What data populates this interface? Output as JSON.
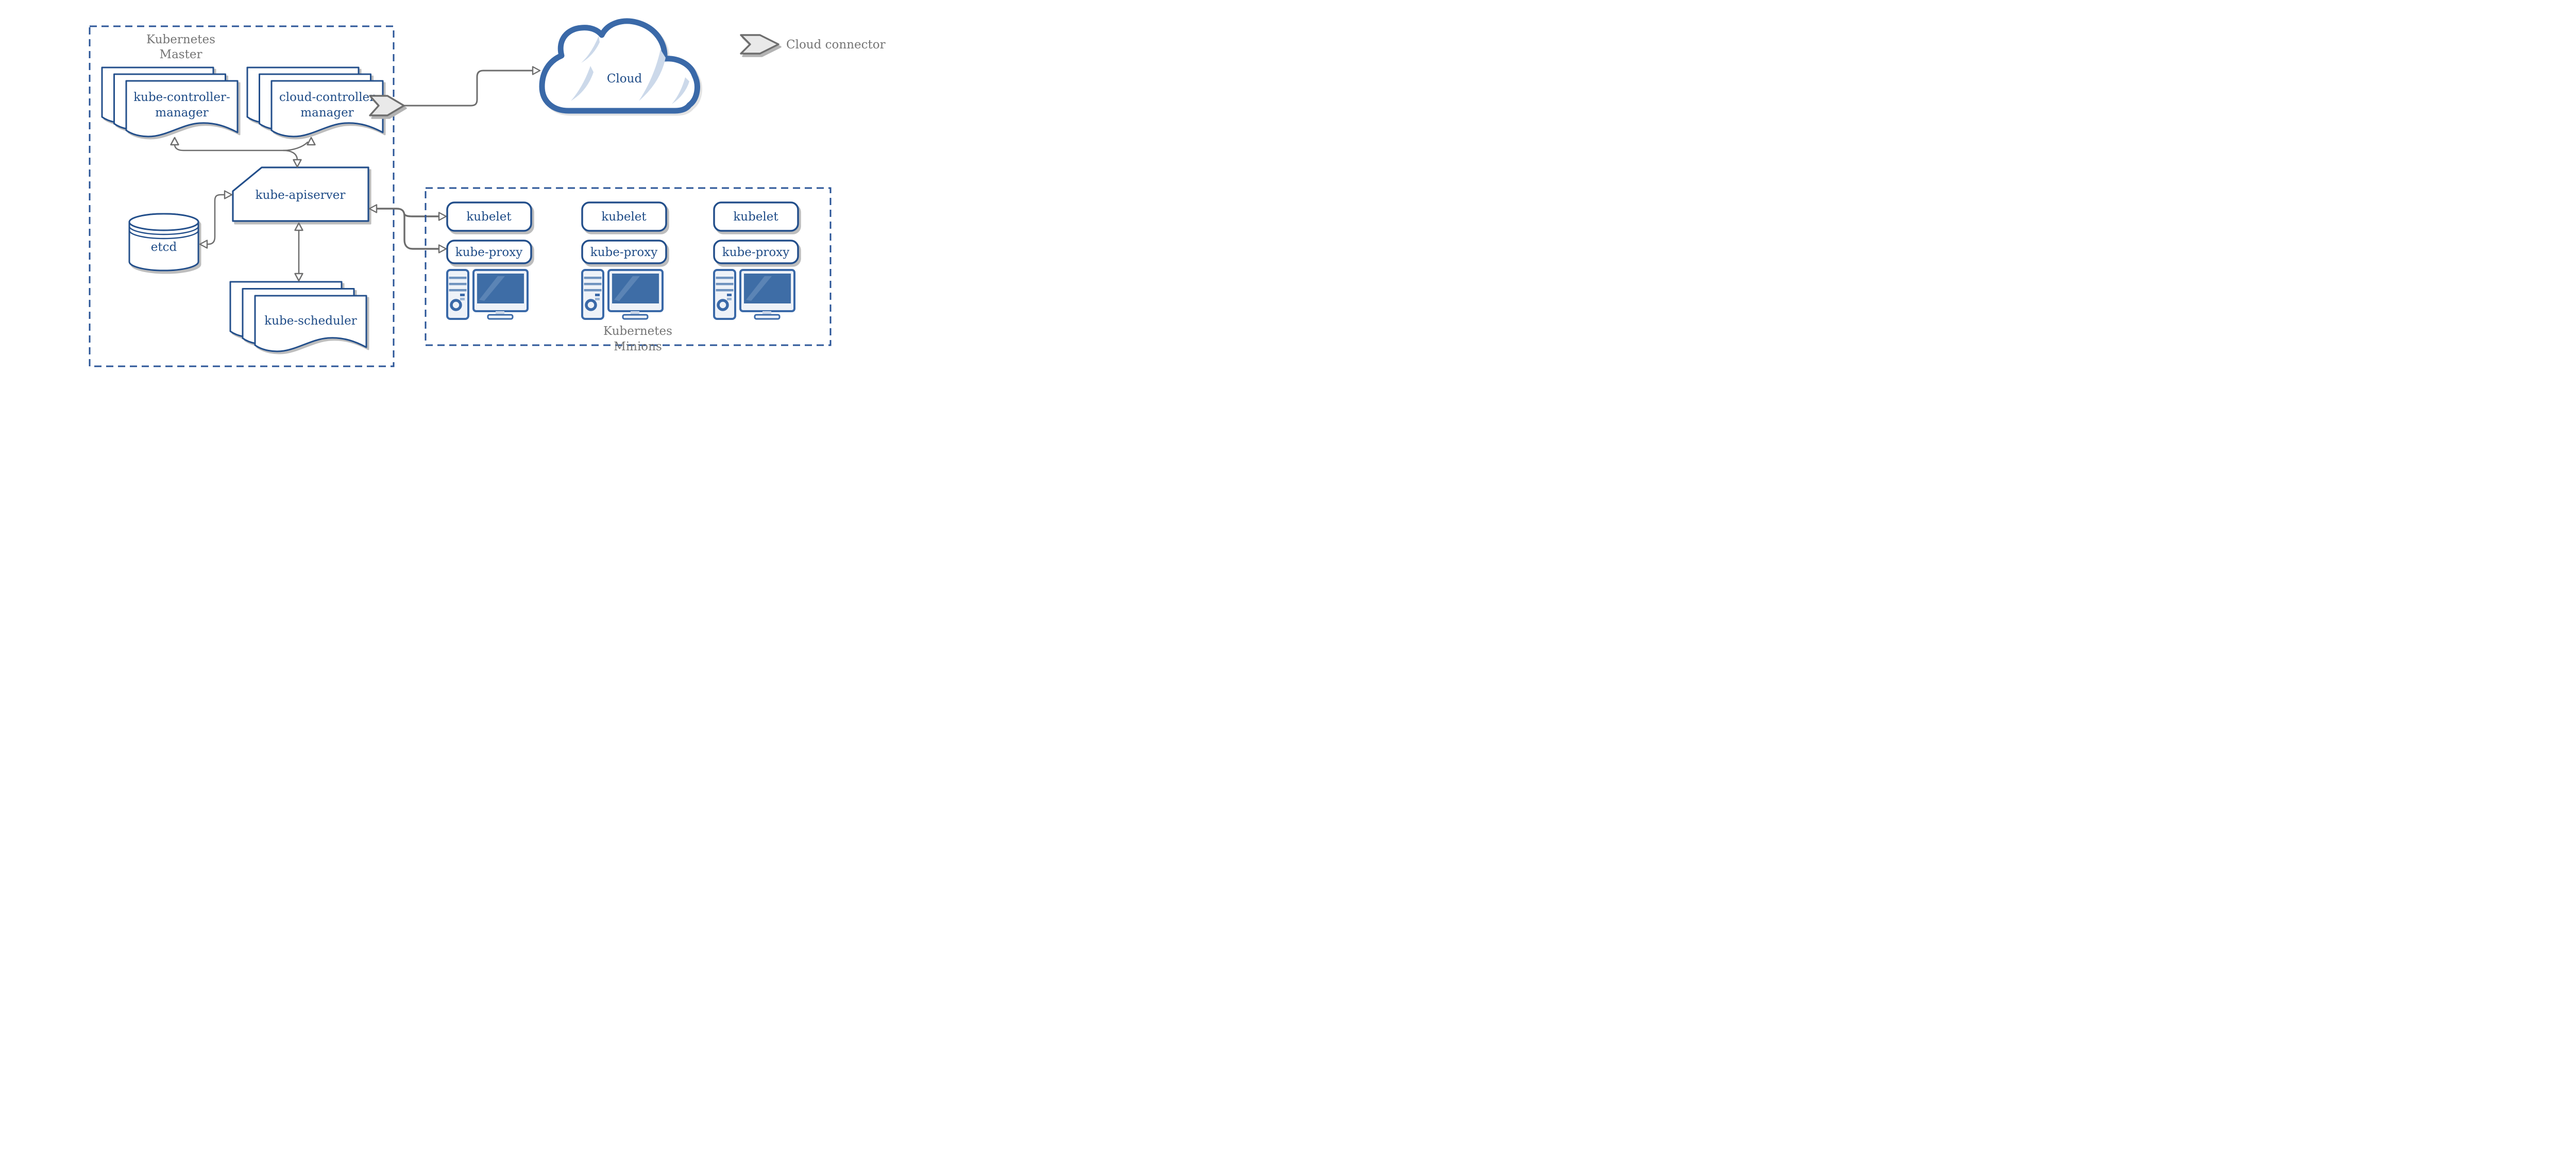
{
  "master": {
    "label": [
      "Kubernetes",
      "Master"
    ],
    "kube_controller_manager": [
      "kube-controller-",
      "manager"
    ],
    "cloud_controller_manager": [
      "cloud-controller",
      "manager"
    ],
    "kube_apiserver": "kube-apiserver",
    "etcd": "etcd",
    "kube_scheduler": "kube-scheduler"
  },
  "cloud": {
    "label": "Cloud"
  },
  "legend": {
    "label": "Cloud connector"
  },
  "minions": {
    "label": [
      "Kubernetes",
      "Minions"
    ],
    "nodes": [
      {
        "kubelet": "kubelet",
        "kube_proxy": "kube-proxy"
      },
      {
        "kubelet": "kubelet",
        "kube_proxy": "kube-proxy"
      },
      {
        "kubelet": "kubelet",
        "kube_proxy": "kube-proxy"
      }
    ]
  },
  "colors": {
    "blue_border": "#234f8b",
    "blue_text": "#1f4c87",
    "dashed_blue": "#2a5497",
    "steel_blue": "#3a69a8",
    "arrow_gray": "#6d6d6d",
    "label_gray": "#757575",
    "shadow_gray": "#bdbdbd",
    "chevron_fill": "#e9e9e9",
    "cloud_highlight": "#ccd9ea",
    "screen_blue": "#3e6da6",
    "panel_fill": "#eef2f8"
  }
}
